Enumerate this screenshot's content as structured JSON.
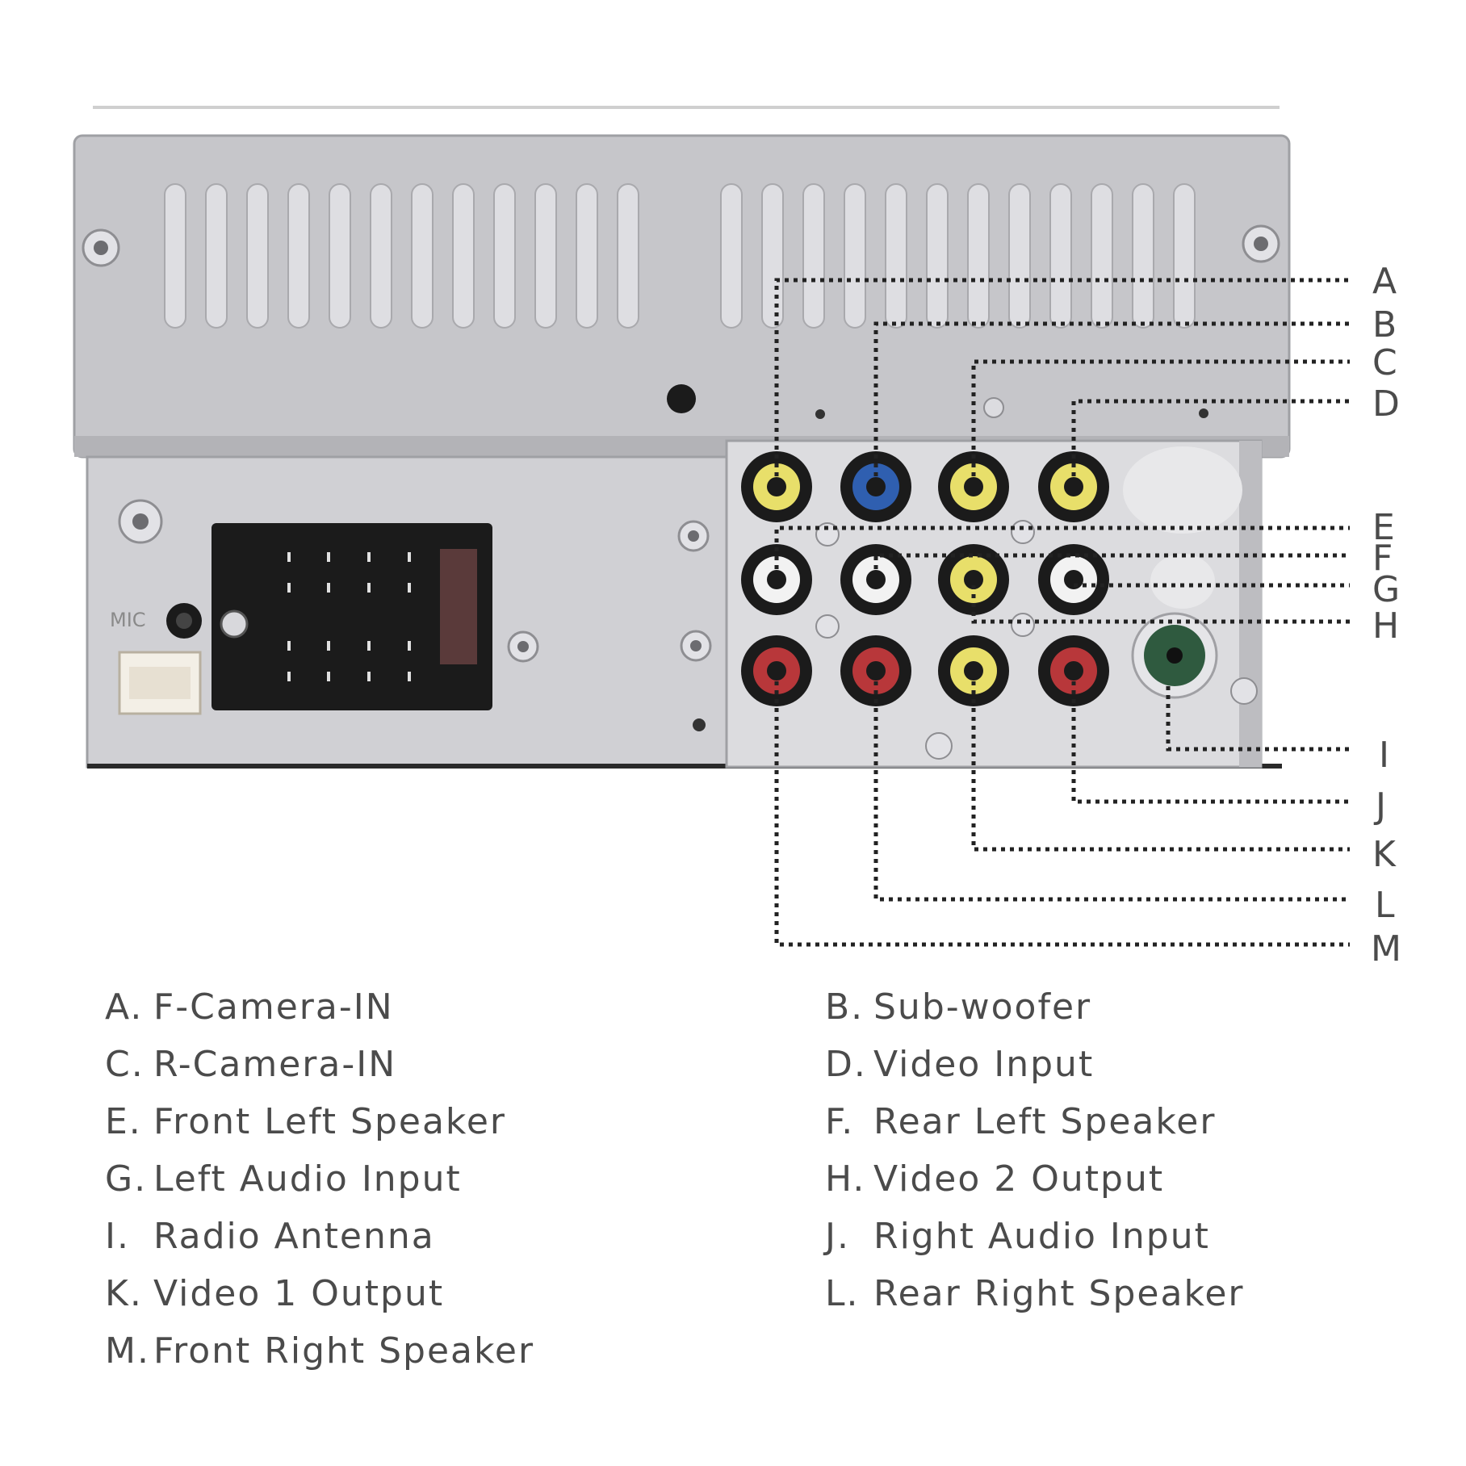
{
  "panel": {
    "mic_label": "MIC"
  },
  "callouts": [
    "A",
    "B",
    "C",
    "D",
    "E",
    "F",
    "G",
    "H",
    "I",
    "J",
    "K",
    "L",
    "M"
  ],
  "legend": [
    {
      "key": "A.",
      "text": "F-Camera-IN"
    },
    {
      "key": "B.",
      "text": "Sub-woofer"
    },
    {
      "key": "C.",
      "text": "R-Camera-IN"
    },
    {
      "key": "D.",
      "text": "Video Input"
    },
    {
      "key": "E.",
      "text": "Front Left Speaker"
    },
    {
      "key": "F.",
      "text": "Rear Left Speaker"
    },
    {
      "key": "G.",
      "text": "Left Audio Input"
    },
    {
      "key": "H.",
      "text": "Video 2 Output"
    },
    {
      "key": "I.",
      "text": "Radio Antenna"
    },
    {
      "key": "J.",
      "text": "Right Audio Input"
    },
    {
      "key": "K.",
      "text": "Video 1 Output"
    },
    {
      "key": "L.",
      "text": "Rear Right Speaker"
    },
    {
      "key": "M.",
      "text": "Front Right Speaker"
    }
  ],
  "colors": {
    "panel": "#c6c6ca",
    "panel_lower": "#d4d4d8",
    "jack_yellow": "#e8df6a",
    "jack_blue": "#2f5fb0",
    "jack_white": "#f2f2f2",
    "jack_red": "#b8373a",
    "antenna_green": "#2f5a3f",
    "connector_black": "#1b1b1b"
  }
}
